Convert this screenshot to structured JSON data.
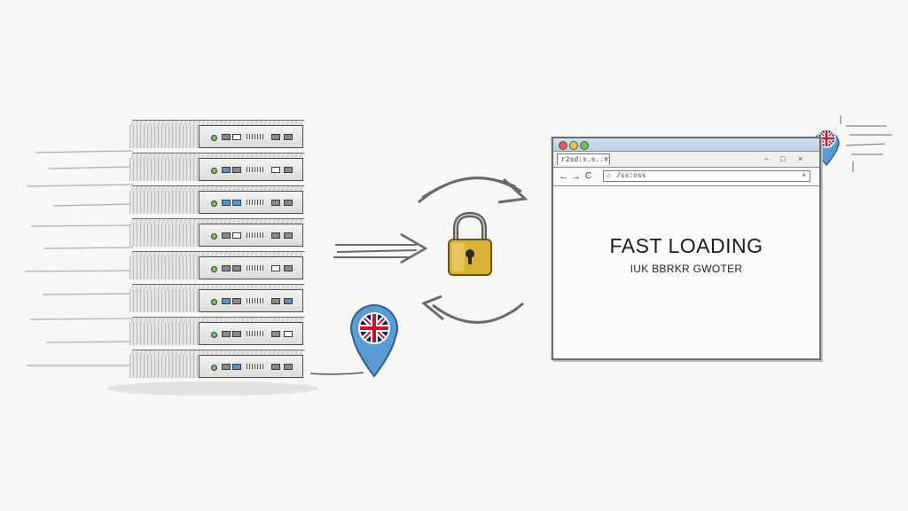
{
  "browser": {
    "tab_label": "r2sd:s.s...",
    "url": "/ss:oss",
    "headline": "FAST LOADING",
    "subline": "IUK BBRKR GWOTER",
    "nav": {
      "back": "←",
      "forward": "→",
      "reload": "C",
      "home": "⌂"
    },
    "tab_close": "×",
    "url_clear": "×",
    "window_controls": [
      "−",
      "□",
      "×"
    ]
  },
  "icons": {
    "lock": "padlock-icon",
    "location_pin_left": "uk-flag-location-pin-icon",
    "location_pin_right": "uk-flag-location-pin-icon",
    "arrows": "sync-arrows-icon"
  },
  "colors": {
    "lock_gold": "#d9b23a",
    "pin_blue": "#5b9bd5",
    "flag_red": "#c8102e",
    "flag_blue": "#012169",
    "led_green": "#76c65a",
    "titlebar_blue": "#b9d0e6"
  }
}
